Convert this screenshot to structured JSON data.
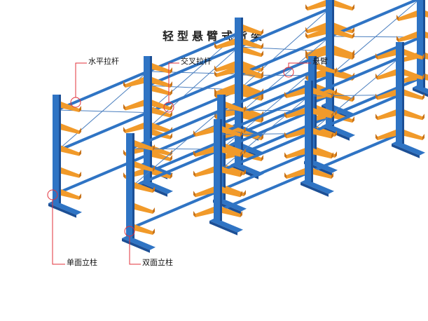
{
  "title": "轻型悬臂式货架",
  "labels": {
    "horizontal_bar": "水平拉杆",
    "cross_bar": "交叉拉杆",
    "cantilever_arm": "悬臂",
    "single_column": "单面立柱",
    "double_column": "双面立柱"
  },
  "colors": {
    "column": "#2f74c4",
    "column_dark": "#1c4f95",
    "arm": "#f19a2a",
    "arm_dark": "#c8731a",
    "callout": "#e2303a",
    "brace": "#4b7fbf"
  }
}
